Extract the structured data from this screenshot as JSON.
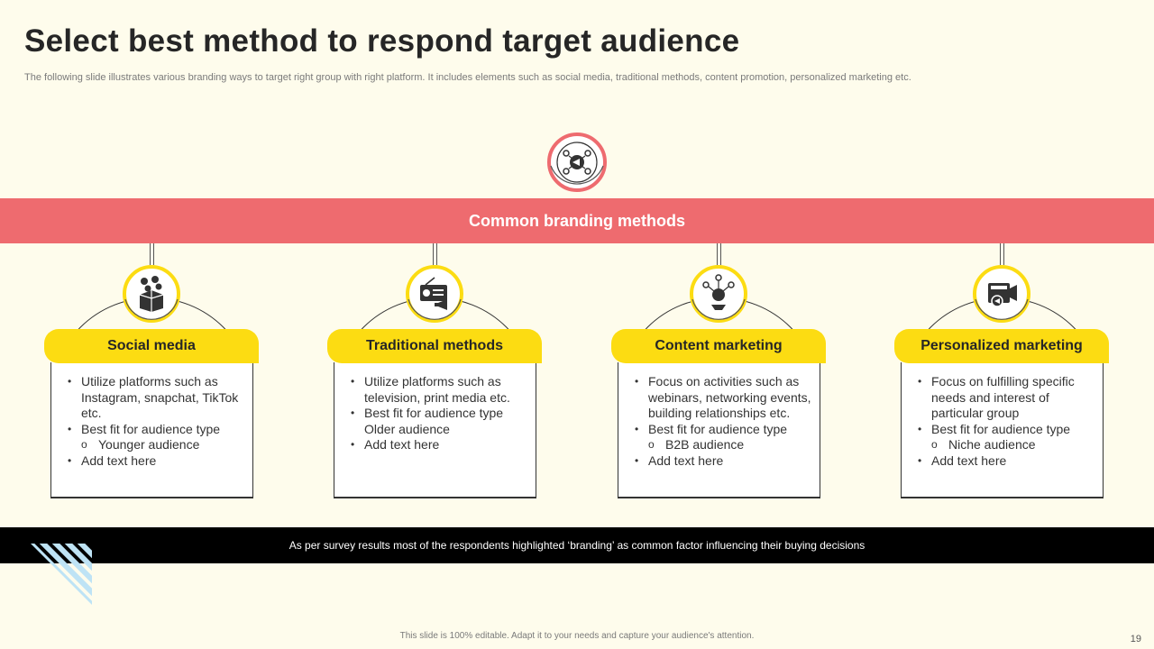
{
  "slide": {
    "title": "Select best method to respond target audience",
    "subtitle": "The following slide illustrates various branding ways to target right group with right platform. It includes elements such as social media, traditional methods, content promotion, personalized marketing etc.",
    "banner": "Common branding methods",
    "cards": [
      {
        "label": "Social media",
        "icon": "social-media-box-icon",
        "bullets": [
          {
            "text": "Utilize platforms such as Instagram, snapchat, TikTok etc.",
            "sub": false
          },
          {
            "text": "Best fit for audience type",
            "sub": false
          },
          {
            "text": "Younger audience",
            "sub": true
          },
          {
            "text": "Add text here",
            "sub": false
          }
        ]
      },
      {
        "label": "Traditional methods",
        "icon": "radio-megaphone-icon",
        "bullets": [
          {
            "text": "Utilize platforms such as television,  print media etc.",
            "sub": false
          },
          {
            "text": "Best fit for audience type Older audience",
            "sub": false
          },
          {
            "text": "Add text here",
            "sub": false
          }
        ]
      },
      {
        "label": "Content marketing",
        "icon": "network-megaphone-icon",
        "bullets": [
          {
            "text": "Focus on activities such as webinars, networking events, building relationships etc.",
            "sub": false
          },
          {
            "text": "Best fit for audience type",
            "sub": false
          },
          {
            "text": "B2B audience",
            "sub": true
          },
          {
            "text": "Add text here",
            "sub": false
          }
        ]
      },
      {
        "label": "Personalized marketing",
        "icon": "video-camera-megaphone-icon",
        "bullets": [
          {
            "text": "Focus on fulfilling specific needs and interest of particular group",
            "sub": false
          },
          {
            "text": "Best fit for audience type",
            "sub": false
          },
          {
            "text": "Niche audience",
            "sub": true
          },
          {
            "text": "Add text here",
            "sub": false
          }
        ]
      }
    ],
    "footer": "As per survey results most of the respondents highlighted ‘branding’ as common factor influencing their buying decisions",
    "note": "This slide is 100% editable.  Adapt it to your needs and capture your audience's attention.",
    "page_number": "19",
    "colors": {
      "background": "#FEFCEC",
      "banner": "#EE6B6F",
      "accent_yellow": "#FCDC12",
      "footer_bar": "#000000",
      "stripes": "#BEE3F5"
    }
  }
}
